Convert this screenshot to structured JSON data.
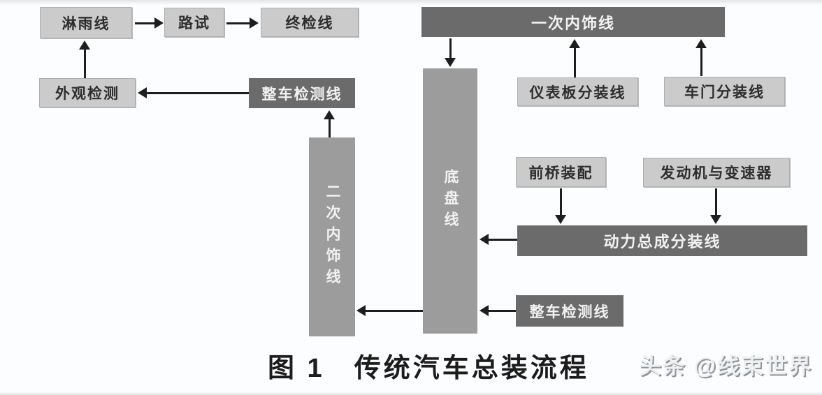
{
  "figure": {
    "caption": "图 1　传统汽车总装流程",
    "watermark": "头条 @线束世界"
  },
  "colors": {
    "box_light": "#cbcbcb",
    "box_medium": "#9c9c9c",
    "box_dark": "#6b6b6b",
    "arrow": "#1e1e1e",
    "bg": "#fcfdfe"
  },
  "diagram": {
    "type": "flowchart",
    "nodes": {
      "rain_test": {
        "label": "淋雨线",
        "style": "light"
      },
      "road_test": {
        "label": "路试",
        "style": "light"
      },
      "final_inspection": {
        "label": "终检线",
        "style": "light"
      },
      "appearance_inspection": {
        "label": "外观检测",
        "style": "light"
      },
      "vehicle_inspection_top": {
        "label": "整车检测线",
        "style": "dark"
      },
      "secondary_interior_trim": {
        "label": "二次内饰线",
        "style": "medium-vertical"
      },
      "chassis_line": {
        "label": "底盘线",
        "style": "medium-vertical"
      },
      "primary_interior_trim": {
        "label": "一次内饰线",
        "style": "dark"
      },
      "instrument_panel_subassembly": {
        "label": "仪表板分装线",
        "style": "light"
      },
      "door_subassembly": {
        "label": "车门分装线",
        "style": "light"
      },
      "front_axle_assembly": {
        "label": "前桥装配",
        "style": "light"
      },
      "engine_transmission": {
        "label": "发动机与变速器",
        "style": "light"
      },
      "powertrain_subassembly": {
        "label": "动力总成分装线",
        "style": "dark"
      },
      "vehicle_inspection_bottom": {
        "label": "整车检测线",
        "style": "dark"
      }
    },
    "edges": [
      {
        "from": "rain_test",
        "to": "road_test"
      },
      {
        "from": "road_test",
        "to": "final_inspection"
      },
      {
        "from": "appearance_inspection",
        "to": "rain_test"
      },
      {
        "from": "vehicle_inspection_top",
        "to": "appearance_inspection"
      },
      {
        "from": "secondary_interior_trim",
        "to": "vehicle_inspection_top"
      },
      {
        "from": "primary_interior_trim",
        "to": "chassis_line"
      },
      {
        "from": "instrument_panel_subassembly",
        "to": "primary_interior_trim"
      },
      {
        "from": "door_subassembly",
        "to": "primary_interior_trim"
      },
      {
        "from": "front_axle_assembly",
        "to": "powertrain_subassembly"
      },
      {
        "from": "engine_transmission",
        "to": "powertrain_subassembly"
      },
      {
        "from": "powertrain_subassembly",
        "to": "chassis_line"
      },
      {
        "from": "chassis_line",
        "to": "secondary_interior_trim"
      },
      {
        "from": "vehicle_inspection_bottom",
        "to": "chassis_line"
      }
    ]
  }
}
